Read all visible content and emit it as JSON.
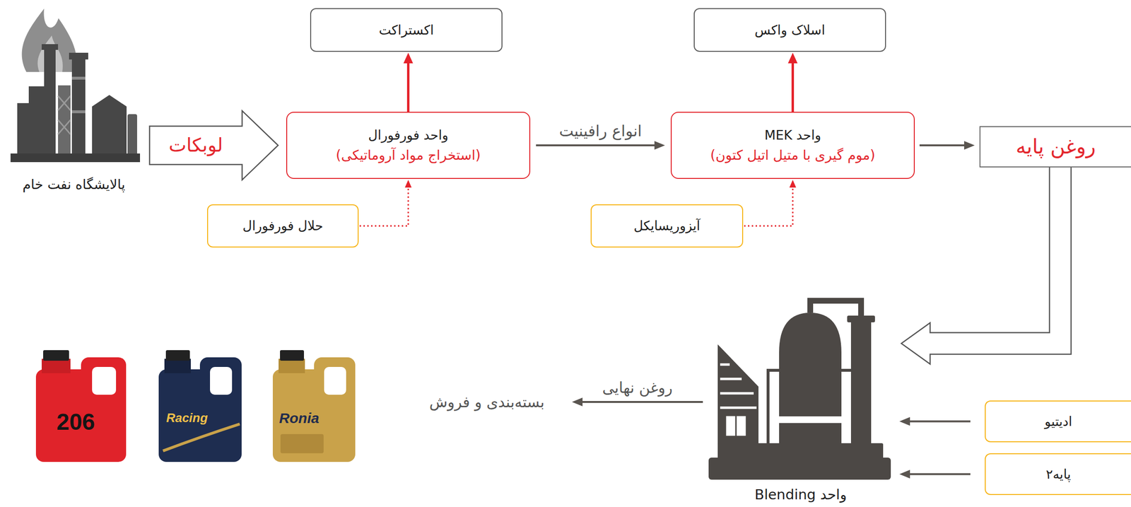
{
  "diagram": {
    "nodes": [
      {
        "text": [
          "پالایشگاه نفت خام"
        ]
      },
      {
        "text": [
          "اکستراکت"
        ]
      },
      {
        "text": [
          "واحد فورفورال",
          "(استخراج مواد آروماتیکی)"
        ]
      },
      {
        "text": [
          "حلال فورفورال"
        ]
      },
      {
        "text": [
          "اسلاک واکس"
        ]
      },
      {
        "text": [
          "واحد MEK",
          "(موم گیری با متیل اتیل کتون)"
        ]
      },
      {
        "text": [
          "آیزوریسایکل"
        ]
      },
      {
        "text": [
          "روغن پایه"
        ]
      },
      {
        "text": [
          "واحد Blending"
        ]
      },
      {
        "text": [
          "ادیتیو"
        ]
      },
      {
        "text": [
          "پایه۲"
        ]
      },
      {
        "text": [
          "بسته‌بندی و فروش"
        ]
      }
    ],
    "edges": [
      {
        "from": 0,
        "to": 2,
        "arrow": "to",
        "label": "لوبکات"
      },
      {
        "from": 2,
        "to": 1,
        "arrow": "to"
      },
      {
        "from": 3,
        "to": 2,
        "arrow": "to"
      },
      {
        "from": 2,
        "to": 5,
        "arrow": "to",
        "label": "انواع رافینیت"
      },
      {
        "from": 5,
        "to": 4,
        "arrow": "to"
      },
      {
        "from": 6,
        "to": 5,
        "arrow": "to"
      },
      {
        "from": 5,
        "to": 7,
        "arrow": "to"
      },
      {
        "from": 7,
        "to": 8,
        "arrow": "to"
      },
      {
        "from": 9,
        "to": 8,
        "arrow": "to"
      },
      {
        "from": 10,
        "to": 8,
        "arrow": "to"
      },
      {
        "from": 8,
        "to": 11,
        "arrow": "to",
        "label": "روغن نهایی"
      }
    ],
    "labels": [
      "206",
      "Racing",
      "Ronia"
    ]
  }
}
